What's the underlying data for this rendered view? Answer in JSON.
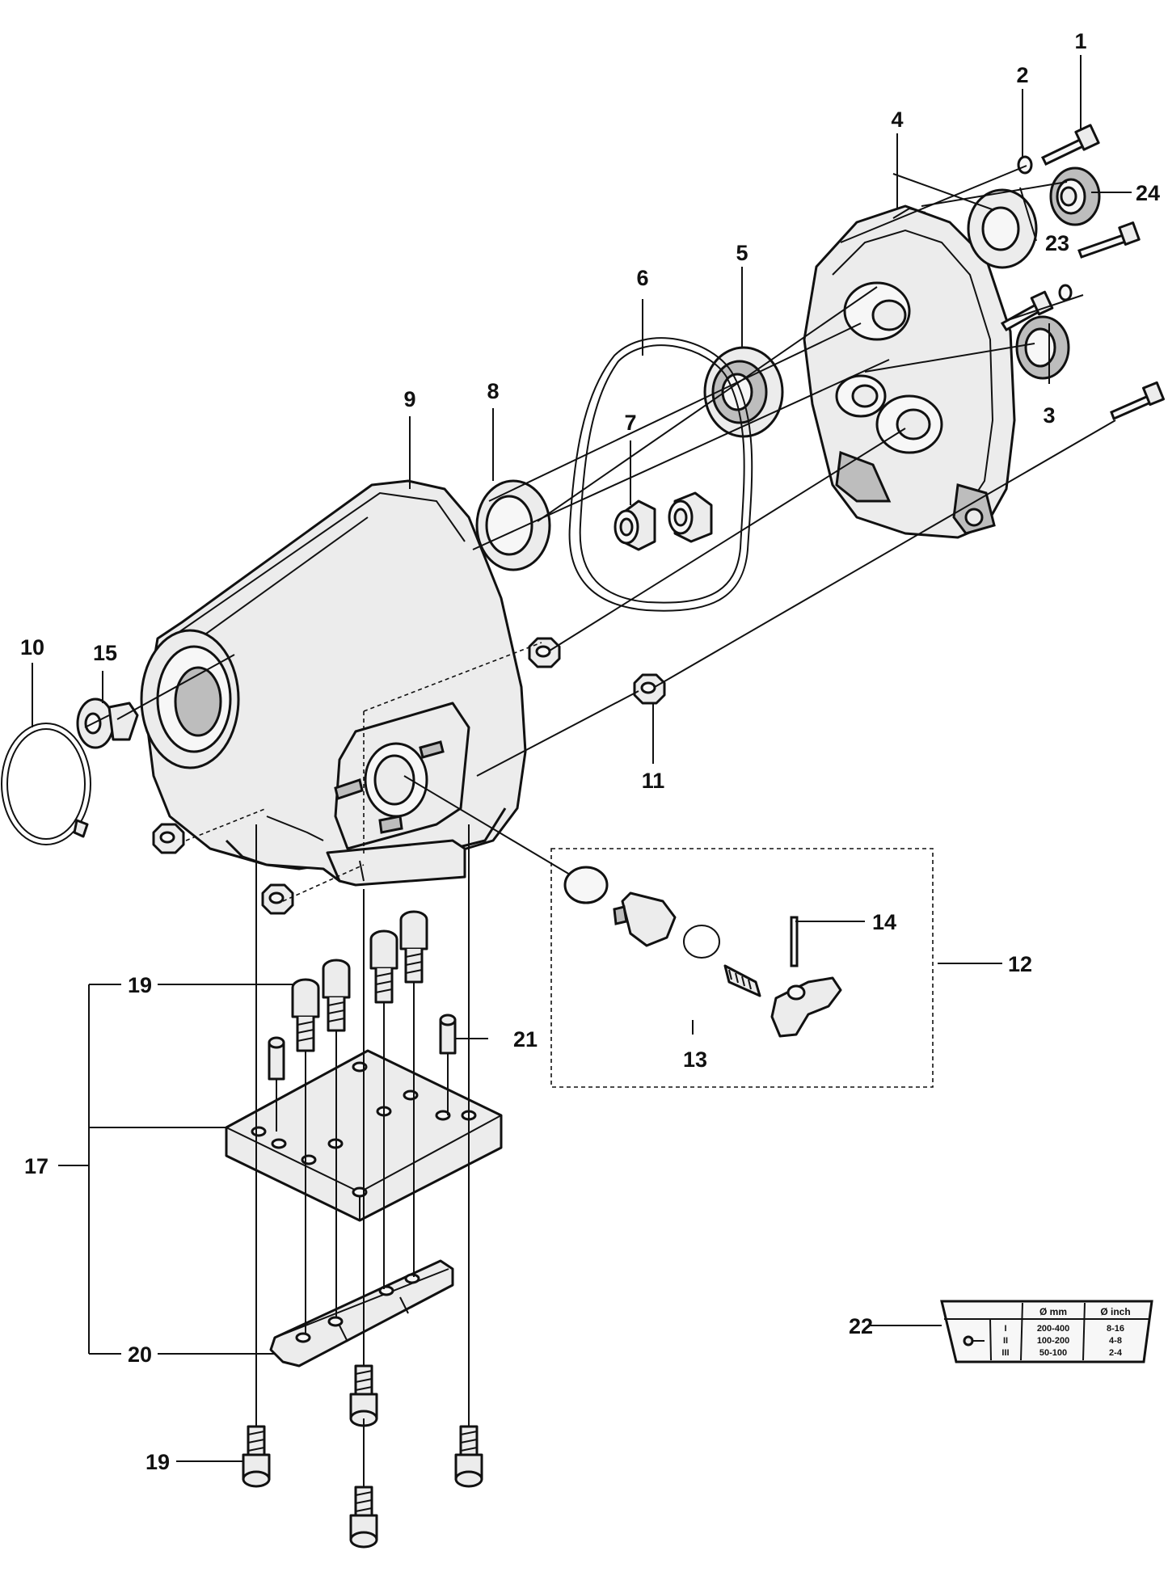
{
  "callouts": {
    "c1": "1",
    "c2": "2",
    "c3": "3",
    "c4": "4",
    "c5": "5",
    "c6": "6",
    "c7": "7",
    "c8": "8",
    "c9": "9",
    "c10": "10",
    "c11": "11",
    "c12": "12",
    "c13": "13",
    "c14": "14",
    "c15": "15",
    "c17": "17",
    "c19a": "19",
    "c19b": "19",
    "c20": "20",
    "c21": "21",
    "c22": "22",
    "c23": "23",
    "c24": "24"
  },
  "decal_table": {
    "headers": [
      "Ø mm",
      "Ø inch"
    ],
    "rows": [
      {
        "gear": "I",
        "mm": "200-400",
        "inch": "8-16"
      },
      {
        "gear": "II",
        "mm": "100-200",
        "inch": "4-8"
      },
      {
        "gear": "III",
        "mm": "50-100",
        "inch": "2-4"
      }
    ]
  }
}
